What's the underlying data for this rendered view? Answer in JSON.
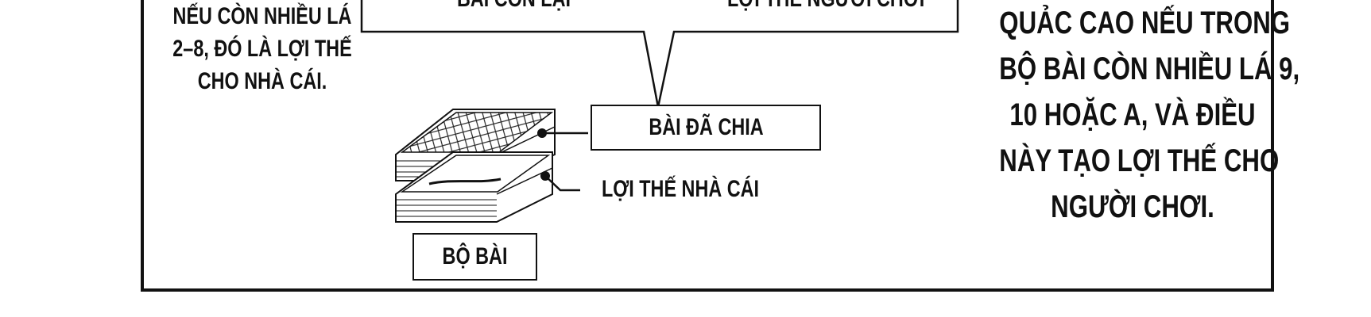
{
  "left_text": [
    "NẾU CÒN NHIỀU LÁ",
    "2–8, ĐÓ LÀ LỢI THẾ",
    "CHO NHÀ CÁI."
  ],
  "right_text": [
    "QUẢC CAO NẾU TRONG",
    "BỘ BÀI CÒN NHIỀU LÁ 9,",
    "10 HOẶC A, VÀ ĐIỀU",
    "NÀY TẠO LỢI THẾ CHO",
    "NGƯỜI CHƠI."
  ],
  "bubble_text": {
    "left": "BÀI CÒN LẠI",
    "right": "LỢI THẾ NGƯỜI CHƠI"
  },
  "labels": {
    "dealt": "BÀI ĐÃ CHIA",
    "house_advantage": "LỢI THẾ NHÀ CÁI",
    "deck": "BỘ BÀI"
  }
}
